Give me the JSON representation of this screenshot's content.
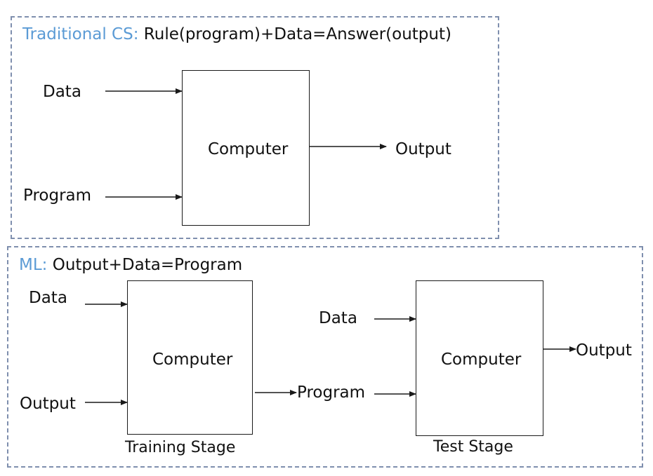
{
  "traditional": {
    "heading_prefix": "Traditional CS:",
    "heading_text": " Rule(program)+Data=Answer(output)",
    "input_data": "Data",
    "input_program": "Program",
    "box_label": "Computer",
    "output": "Output"
  },
  "ml": {
    "heading_prefix": "ML:",
    "heading_text": " Output+Data=Program",
    "training": {
      "input_data": "Data",
      "input_output": "Output",
      "box_label": "Computer",
      "caption": "Training Stage"
    },
    "program": "Program",
    "test": {
      "input_data": "Data",
      "box_label": "Computer",
      "output": "Output",
      "caption": "Test Stage"
    }
  },
  "colors": {
    "accent": "#5b9bd5",
    "panel_border": "#7f8fae",
    "stroke": "#1a1a1a"
  }
}
